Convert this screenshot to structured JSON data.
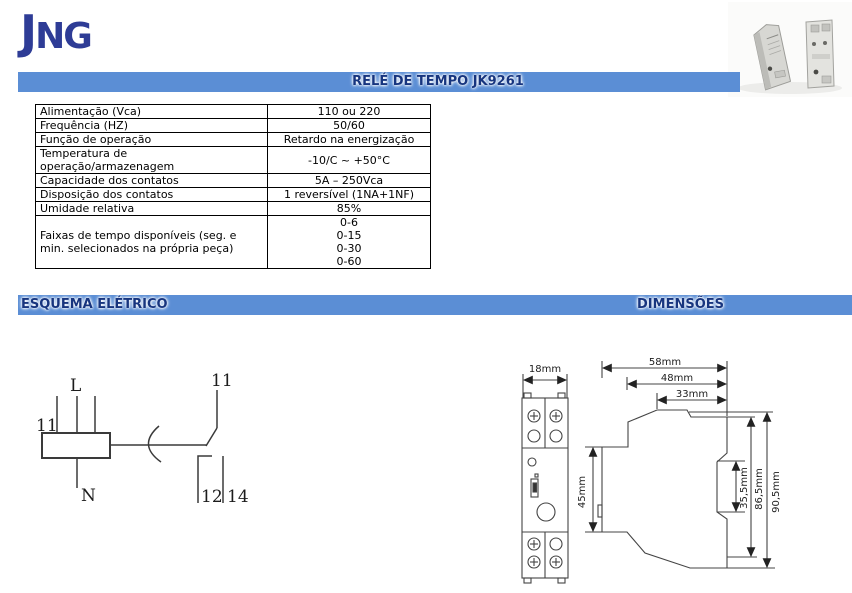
{
  "logo": {
    "text": "JNG"
  },
  "header": {
    "title": "RELÉ DE TEMPO JK9261"
  },
  "colors": {
    "bar_blue": "#5b8ed5",
    "bar_text_navy": "#17357f",
    "logo_blue": "#2e3c96"
  },
  "sections": {
    "schematic_title": "ESQUEMA ELÉTRICO",
    "dimensions_title": "DIMENSÕES"
  },
  "spec_table": {
    "rows": [
      {
        "label": "Alimentação (Vca)",
        "value": "110 ou 220"
      },
      {
        "label": "Frequência (HZ)",
        "value": "50/60"
      },
      {
        "label": "Função de operação",
        "value": "Retardo na energização"
      },
      {
        "label": "Temperatura de operação/armazenagem",
        "value": "-10/C ~ +50°C"
      },
      {
        "label": "Capacidade dos contatos",
        "value": "5A – 250Vca"
      },
      {
        "label": "Disposição dos contatos",
        "value": "1 reversível (1NA+1NF)"
      },
      {
        "label": "Umidade relativa",
        "value": "85%"
      },
      {
        "label": "Faixas de tempo disponíveis (seg. e min. selecionados na própria peça)",
        "values": [
          "0-6",
          "0-15",
          "0-30",
          "0-60"
        ]
      }
    ]
  },
  "schematic": {
    "labels": {
      "coil_terminal": "11",
      "line": "L",
      "neutral": "N",
      "common": "11",
      "nc_contact": "12",
      "no_contact": "14"
    }
  },
  "dimensions": {
    "front_width": "18mm",
    "depth_total": "58mm",
    "depth_body": "48mm",
    "depth_front": "33mm",
    "rail_section_height": "45mm",
    "notch_height": "35,5mm",
    "body_height": "86,5mm",
    "total_height": "90,5mm"
  }
}
